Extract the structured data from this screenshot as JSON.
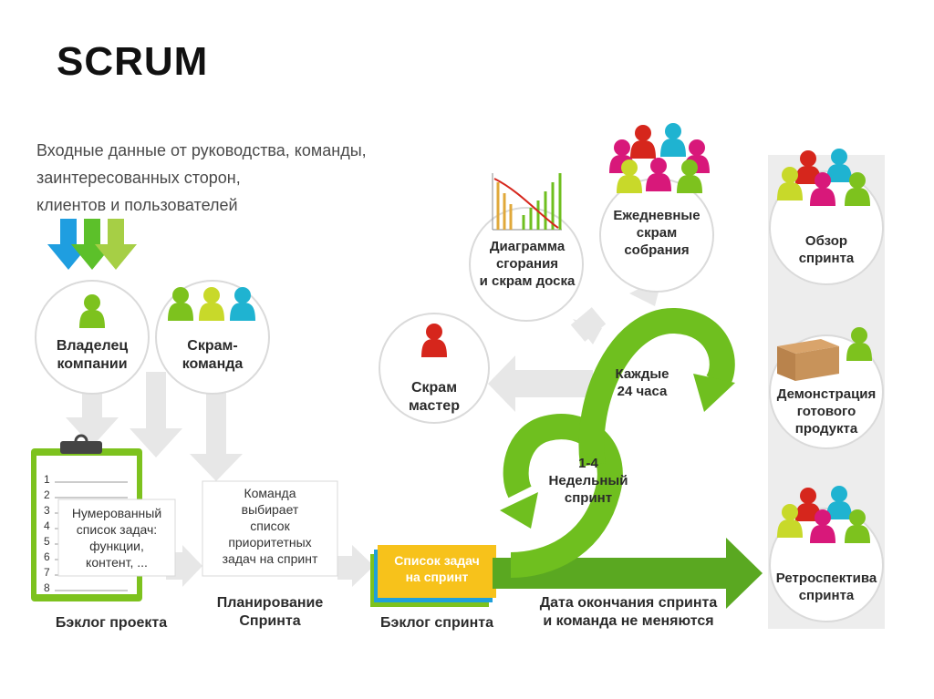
{
  "title": "SCRUM",
  "input_text": [
    "Входные данные от руководства, команды,",
    "заинтересованных сторон,",
    "клиентов и пользователей"
  ],
  "roles": {
    "owner": [
      "Владелец",
      "компании"
    ],
    "team": [
      "Скрам-",
      "команда"
    ],
    "master": [
      "Скрам",
      "мастер"
    ]
  },
  "backlog": {
    "numbers": [
      "1",
      "2",
      "3",
      "4",
      "5",
      "6",
      "7",
      "8"
    ],
    "note": [
      "Нумерованный",
      "список задач:",
      "функции,",
      "контент, ..."
    ],
    "label": "Бэклог проекта"
  },
  "planning": {
    "note": [
      "Команда",
      "выбирает",
      "список",
      "приоритетных",
      "задач на спринт"
    ],
    "label": [
      "Планирование",
      "Спринта"
    ]
  },
  "sprint_backlog": {
    "card": [
      "Список задач",
      "на спринт"
    ],
    "label": "Бэклог спринта"
  },
  "cycle": {
    "daily": [
      "Каждые",
      "24 часа"
    ],
    "sprint": [
      "1-4",
      "Недельный",
      "спринт"
    ]
  },
  "burndown": [
    "Диаграмма",
    "сгорания",
    "и скрам доска"
  ],
  "daily_meetings": [
    "Ежедневные",
    "скрам",
    "собрания"
  ],
  "end_note": [
    "Дата окончания спринта",
    "и команда не меняются"
  ],
  "right_column": {
    "review": [
      "Обзор",
      "спринта"
    ],
    "demo": [
      "Демонстрация",
      "готового",
      "продукта"
    ],
    "retro": [
      "Ретроспектива",
      "спринта"
    ]
  },
  "colors": {
    "green": "#7dc21e",
    "dark_green": "#4a9a18",
    "gray_arrow": "#e6e6e6",
    "red": "#d6261c",
    "pink": "#d8187a",
    "lime": "#c8d92a",
    "cyan": "#1fb3d1",
    "yellow_card": "#f7c21b",
    "blue_card": "#1fa0da"
  }
}
